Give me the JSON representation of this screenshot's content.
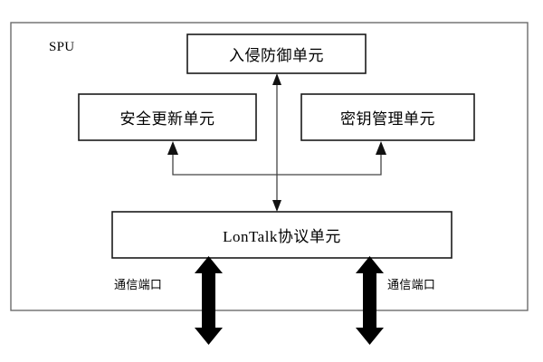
{
  "diagram": {
    "container": {
      "label": "SPU"
    },
    "blocks": [
      {
        "id": "intrusion-prevention-unit",
        "label": "入侵防御单元"
      },
      {
        "id": "security-update-unit",
        "label": "安全更新单元"
      },
      {
        "id": "key-management-unit",
        "label": "密钥管理单元"
      },
      {
        "id": "lontalk-protocol-unit",
        "label": "LonTalk协议单元"
      }
    ],
    "port_labels": {
      "left": "通信端口",
      "right": "通信端口"
    },
    "colors": {
      "background": "#ffffff",
      "box_border": "#1a1a1a",
      "outer_border": "#6b6b6b",
      "connector": "#444444",
      "thick_arrow": "#000000",
      "text": "#000000"
    }
  }
}
